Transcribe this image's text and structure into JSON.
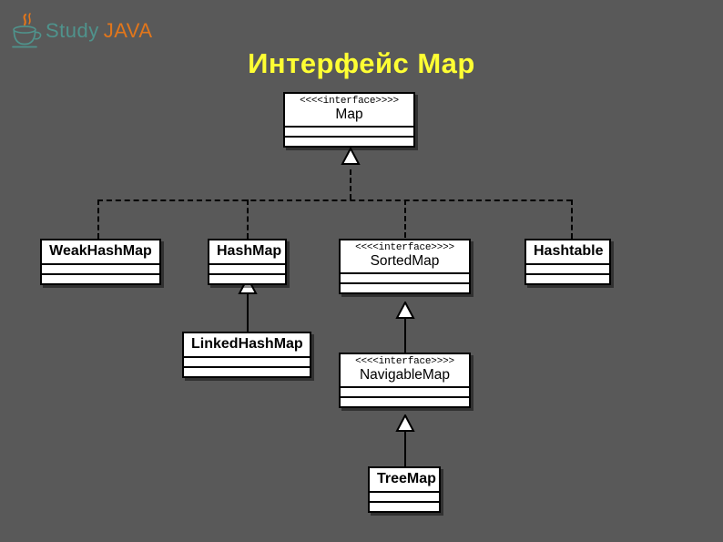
{
  "slide": {
    "title": "Интерфейс Map",
    "title_color": "#ffff33",
    "background_color": "#595959"
  },
  "logo": {
    "part1": "Study",
    "part2": "JAVA",
    "part1_color": "#4f938c",
    "part2_color": "#e2761b",
    "icon": "java-coffee-cup-icon"
  },
  "diagram": {
    "type": "uml-class-diagram",
    "stereotype_label": "<<<<interface>>>>",
    "nodes": [
      {
        "id": "map",
        "name": "Map",
        "kind": "interface"
      },
      {
        "id": "weakhashmap",
        "name": "WeakHashMap",
        "kind": "class"
      },
      {
        "id": "hashmap",
        "name": "HashMap",
        "kind": "class"
      },
      {
        "id": "sortedmap",
        "name": "SortedMap",
        "kind": "interface"
      },
      {
        "id": "hashtable",
        "name": "Hashtable",
        "kind": "class"
      },
      {
        "id": "linkedhashmap",
        "name": "LinkedHashMap",
        "kind": "class"
      },
      {
        "id": "navigablemap",
        "name": "NavigableMap",
        "kind": "interface"
      },
      {
        "id": "treemap",
        "name": "TreeMap",
        "kind": "class"
      }
    ],
    "edges": [
      {
        "from": "weakhashmap",
        "to": "map",
        "style": "dashed",
        "arrow": "hollow-triangle"
      },
      {
        "from": "hashmap",
        "to": "map",
        "style": "dashed",
        "arrow": "hollow-triangle"
      },
      {
        "from": "sortedmap",
        "to": "map",
        "style": "dashed",
        "arrow": "hollow-triangle"
      },
      {
        "from": "hashtable",
        "to": "map",
        "style": "dashed",
        "arrow": "hollow-triangle"
      },
      {
        "from": "linkedhashmap",
        "to": "hashmap",
        "style": "solid",
        "arrow": "hollow-triangle"
      },
      {
        "from": "navigablemap",
        "to": "sortedmap",
        "style": "solid",
        "arrow": "hollow-triangle"
      },
      {
        "from": "treemap",
        "to": "navigablemap",
        "style": "solid",
        "arrow": "hollow-triangle"
      }
    ]
  }
}
